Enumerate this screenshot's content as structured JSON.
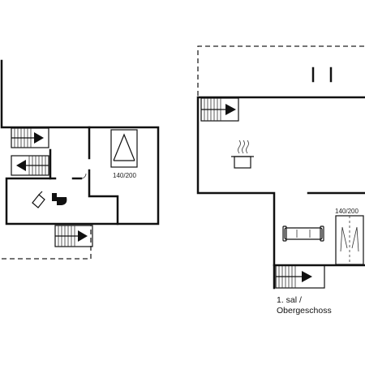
{
  "floorplan": {
    "ground_floor": {
      "bed_label": "140/200"
    },
    "upper_floor": {
      "bed_label": "140/200",
      "caption_line1": "1. sal /",
      "caption_line2": "Obergeschoss"
    }
  }
}
